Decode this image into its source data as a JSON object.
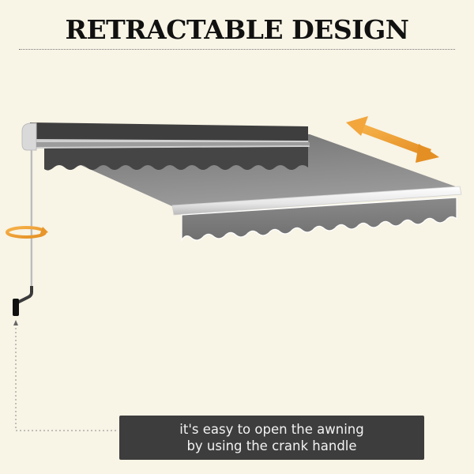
{
  "heading": "RETRACTABLE DESIGN",
  "caption": {
    "line1": "it's easy to open the awning",
    "line2": "by using the crank handle"
  },
  "icons": {
    "extend_arrow": "double-headed-arrow-icon",
    "rotate_arrow": "rotation-arrow-icon"
  },
  "colors": {
    "background": "#f8f4e6",
    "fabric": "#7d7d7d",
    "frame": "#3e3e3e",
    "accent_arrow": "#f0a23a",
    "caption_box": "#3d3d3d"
  }
}
